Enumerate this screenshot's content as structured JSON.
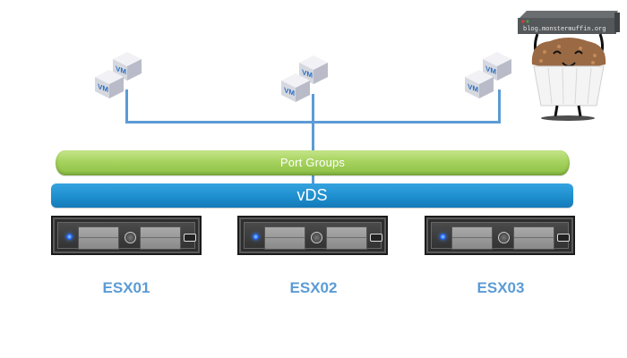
{
  "diagram": {
    "vm_groups": [
      {
        "id": "vm-group-1",
        "vm_labels": [
          "VM",
          "VM"
        ]
      },
      {
        "id": "vm-group-2",
        "vm_labels": [
          "VM",
          "VM"
        ]
      },
      {
        "id": "vm-group-3",
        "vm_labels": [
          "VM",
          "VM"
        ]
      }
    ],
    "port_groups_label": "Port Groups",
    "vds_label": "vDS",
    "hosts": [
      {
        "name": "ESX01"
      },
      {
        "name": "ESX02"
      },
      {
        "name": "ESX03"
      }
    ],
    "colors": {
      "connector": "#5b9bd5",
      "port_groups": "#a6d35e",
      "vds": "#1e8fcf",
      "host_label": "#5b9bd5"
    }
  },
  "watermark": {
    "text": "blog.monstermuffin.org"
  }
}
